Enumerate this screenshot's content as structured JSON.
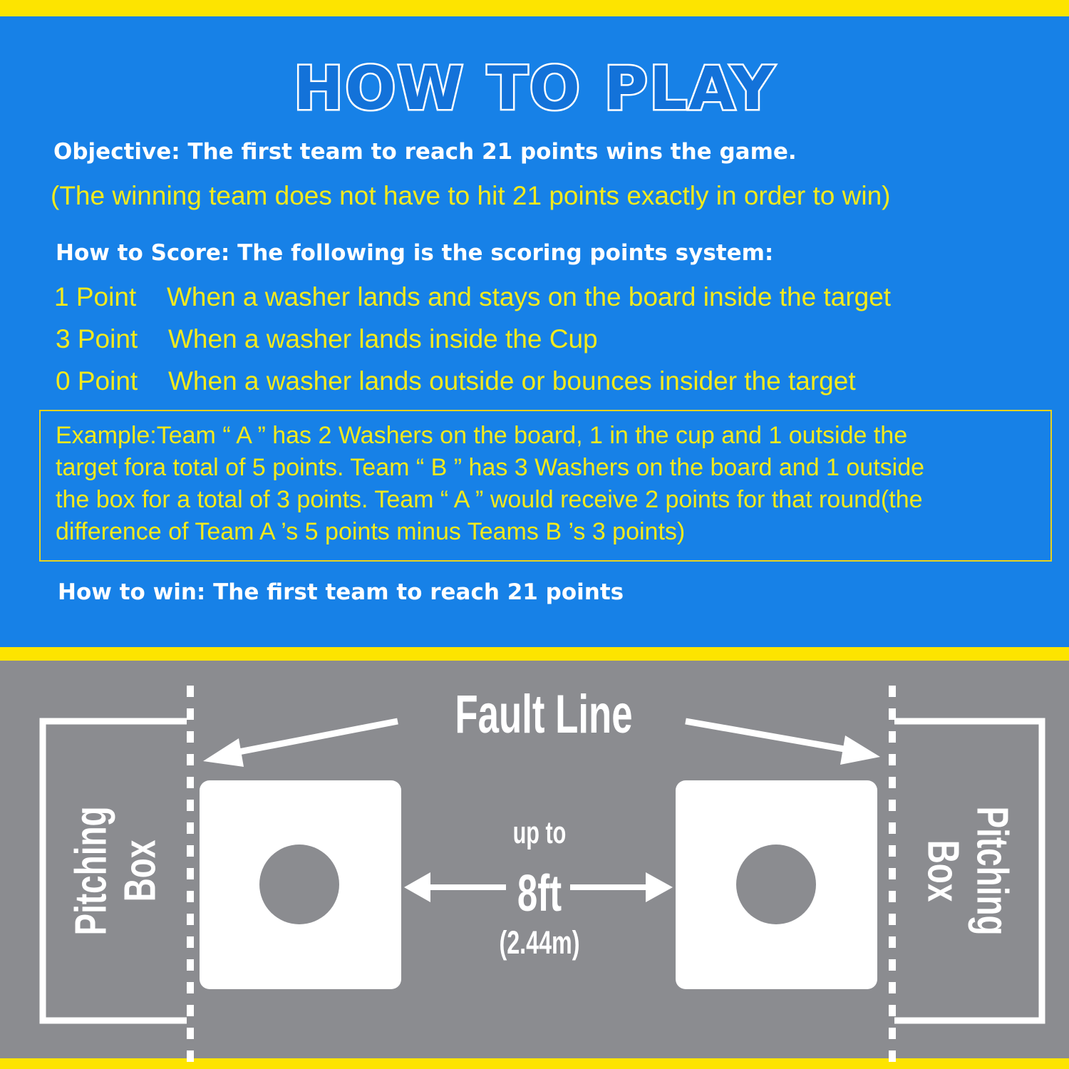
{
  "title": "HOW TO PLAY",
  "objective": "Objective: The first team to reach 21 points wins the game.",
  "objective_note": "(The winning team does not have to hit 21 points exactly in order to win)",
  "score_heading": "How to Score: The following is the scoring points system:",
  "scoring": [
    {
      "points": "1 Point",
      "desc": "When a washer lands and stays on the board inside the target"
    },
    {
      "points": "3 Point",
      "desc": "When a washer lands inside the Cup"
    },
    {
      "points": "0 Point",
      "desc": "When a washer lands outside or bounces insider the target"
    }
  ],
  "example_lines": [
    "Example:Team “ A ” has 2 Washers on the board, 1 in the cup and 1 outside the",
    "target fora total of 5 points. Team “ B ” has 3 Washers on the board and 1 outside",
    "the box for a total of 3 points. Team “ A ” would receive 2 points for that round(the",
    "difference of Team A ’s 5 points minus Teams B ’s 3 points)"
  ],
  "win": "How to win: The first team to reach 21 points",
  "diagram": {
    "fault_line": "Fault Line",
    "pitching_box_1": "Pitching",
    "pitching_box_2": "Box",
    "up_to": "up to",
    "distance": "8ft",
    "distance_metric": "(2.44m)"
  },
  "colors": {
    "banner_blue": "#1781e7",
    "accent_yellow": "#fde400",
    "text_yellow": "#f4ea1c",
    "court_gray": "#8b8c90"
  }
}
